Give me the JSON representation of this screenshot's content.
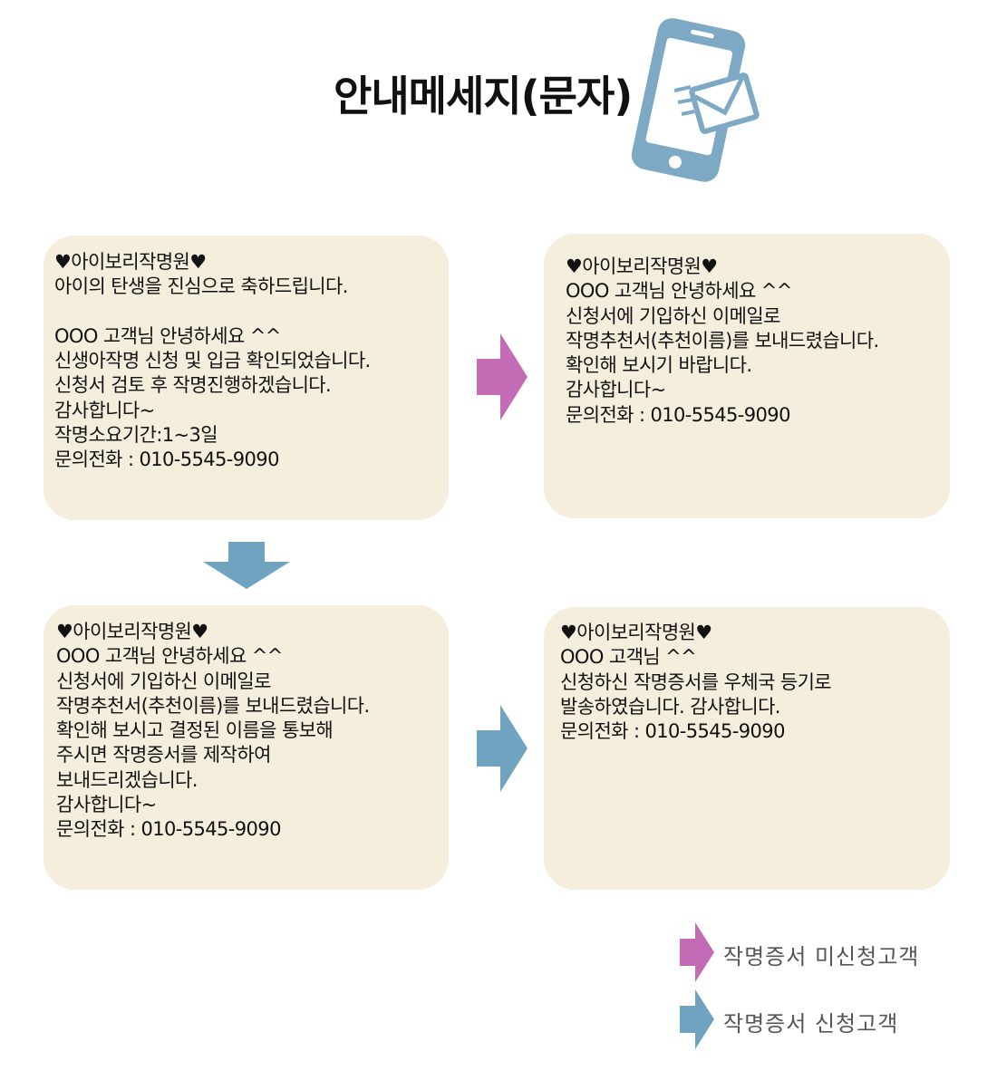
{
  "title": "안내메세지(문자)",
  "colors": {
    "box_fill": "#f6eedd",
    "pink_arrow": "#c46bb6",
    "blue_arrow": "#6fa3bf",
    "phone": "#7ea9c4"
  },
  "messages": [
    {
      "lines": [
        "♥아이보리작명원♥",
        "아이의 탄생을 진심으로 축하드립니다.",
        "",
        "OOO 고객님 안녕하세요 ^^",
        "신생아작명 신청 및 입금 확인되었습니다.",
        "신청서 검토 후 작명진행하겠습니다.",
        "감사합니다~",
        "작명소요기간:1~3일",
        "문의전화 : 010-5545-9090"
      ]
    },
    {
      "lines": [
        "♥아이보리작명원♥",
        "OOO 고객님 안녕하세요 ^^",
        "신청서에 기입하신 이메일로",
        "작명추천서(추천이름)를 보내드렸습니다.",
        "확인해 보시기 바랍니다.",
        "감사합니다~",
        "문의전화 : 010-5545-9090"
      ]
    },
    {
      "lines": [
        "♥아이보리작명원♥",
        "OOO 고객님 안녕하세요 ^^",
        "신청서에 기입하신 이메일로",
        "작명추천서(추천이름)를 보내드렸습니다.",
        "확인해 보시고 결정된 이름을 통보해",
        "주시면 작명증서를 제작하여",
        "보내드리겠습니다.",
        "감사합니다~",
        "문의전화 : 010-5545-9090"
      ]
    },
    {
      "lines": [
        "♥아이보리작명원♥",
        "OOO 고객님 ^^",
        "신청하신 작명증서를 우체국 등기로",
        "발송하였습니다. 감사합니다.",
        "문의전화 : 010-5545-9090"
      ]
    }
  ],
  "legend": [
    {
      "label": "작명증서 미신청고객",
      "color": "#c46bb6"
    },
    {
      "label": "작명증서 신청고객",
      "color": "#6fa3bf"
    }
  ]
}
